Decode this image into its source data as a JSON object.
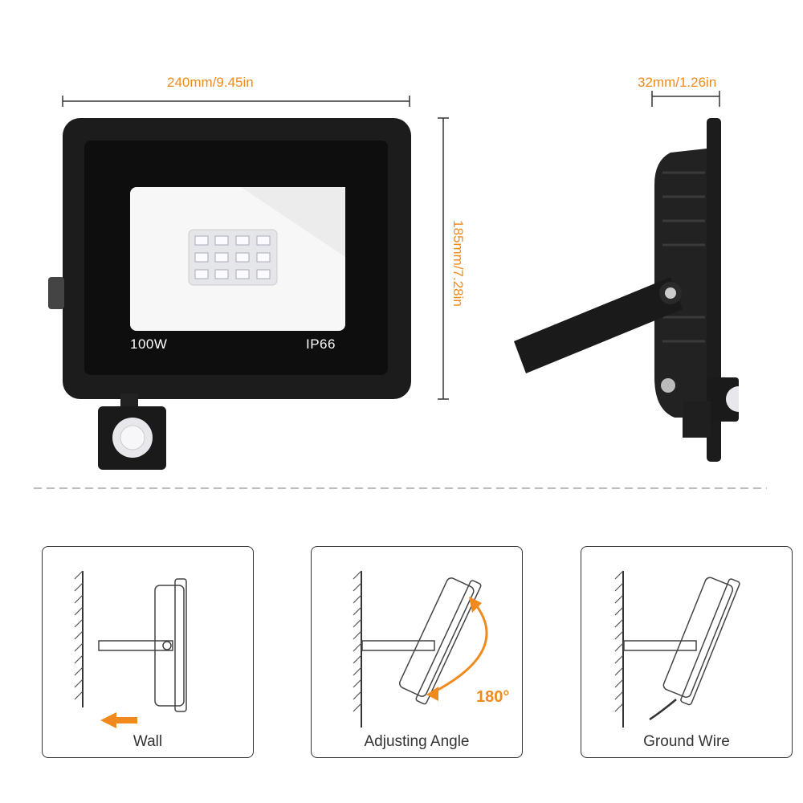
{
  "dimensions": {
    "width": "240mm/9.45in",
    "height": "185mm/7.28in",
    "depth": "32mm/1.26in"
  },
  "product_labels": {
    "wattage": "100W",
    "rating": "IP66"
  },
  "installation": [
    {
      "caption": "Wall"
    },
    {
      "caption": "Adjusting Angle",
      "angle_label": "180°"
    },
    {
      "caption": "Ground Wire"
    }
  ],
  "colors": {
    "accent": "#f08a1c",
    "housing": "#1c1c1c"
  }
}
